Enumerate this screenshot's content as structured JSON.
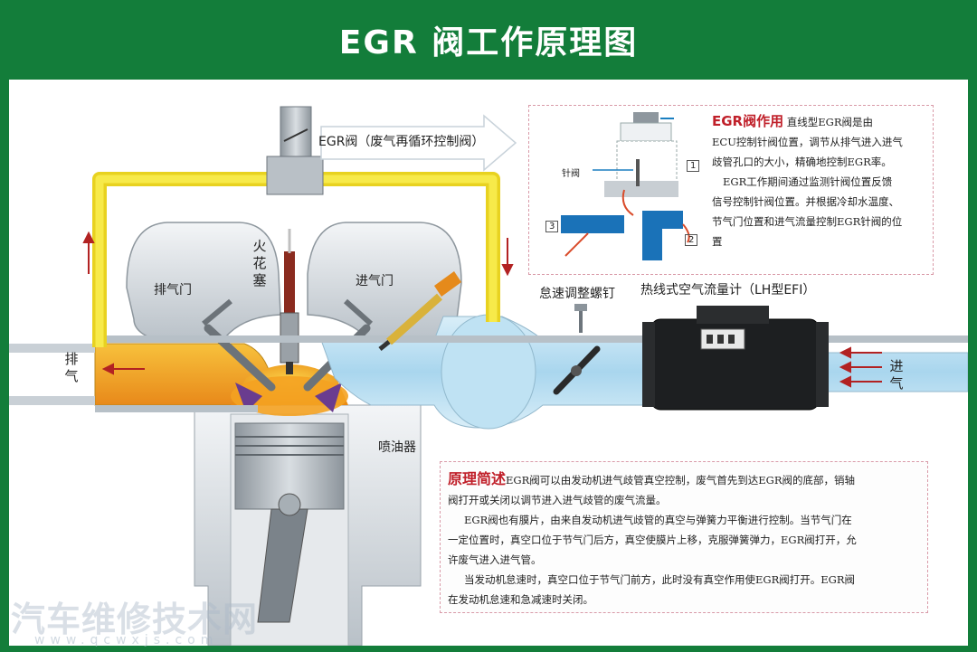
{
  "title": "EGR 阀工作原理图",
  "egr_valve_label": "EGR阀（废气再循环控制阀）",
  "labels": {
    "exhaust_valve": "排气门",
    "intake_valve": "进气门",
    "spark_plug": "火花塞",
    "injector": "喷油器",
    "idle_screw": "怠速调整螺钉",
    "mass_airflow": "热线式空气流量计（LH型EFI）",
    "exhaust_out": "排气",
    "intake_in": "进气"
  },
  "function_box": {
    "title": "EGR阀作用",
    "needle_label": "针阀",
    "num1": "1",
    "num2": "2",
    "num3": "3",
    "line1": "直线型EGR阀是由",
    "line2": "ECU控制针阀位置，调节从排气进入进气",
    "line3": "歧管孔口的大小，精确地控制EGR率。",
    "line4": "EGR工作期间通过监测针阀位置反馈",
    "line5": "信号控制针阀位置。并根据冷却水温度、",
    "line6": "节气门位置和进气流量控制EGR针阀的位",
    "line7": "置"
  },
  "principle_box": {
    "title": "原理简述",
    "line1": "EGR阀可以由发动机进气歧管真空控制，废气首先到达EGR阀的底部，销轴",
    "line2": "阀打开或关闭以调节进入进气歧管的废气流量。",
    "line3": "EGR阀也有膜片，由来自发动机进气歧管的真空与弹簧力平衡进行控制。当节气门在",
    "line4": "一定位置时，真空口位于节气门后方，真空使膜片上移，克服弹簧弹力，EGR阀打开，允",
    "line5": "许废气进入进气管。",
    "line6": "当发动机怠速时，真空口位于节气门前方，此时没有真空作用使EGR阀打开。EGR阀",
    "line7": "在发动机怠速和急减速时关闭。"
  },
  "watermark": {
    "text": "汽车维修技术网",
    "url": "www.qcwxjs.com"
  },
  "colors": {
    "header": "#137d3a",
    "egr_pipe": "#f5e11a",
    "exhaust_flow": "#f0a020",
    "intake_flow": "#bfe0f0",
    "arrow": "#b22222",
    "box_title": "#c0202a"
  }
}
